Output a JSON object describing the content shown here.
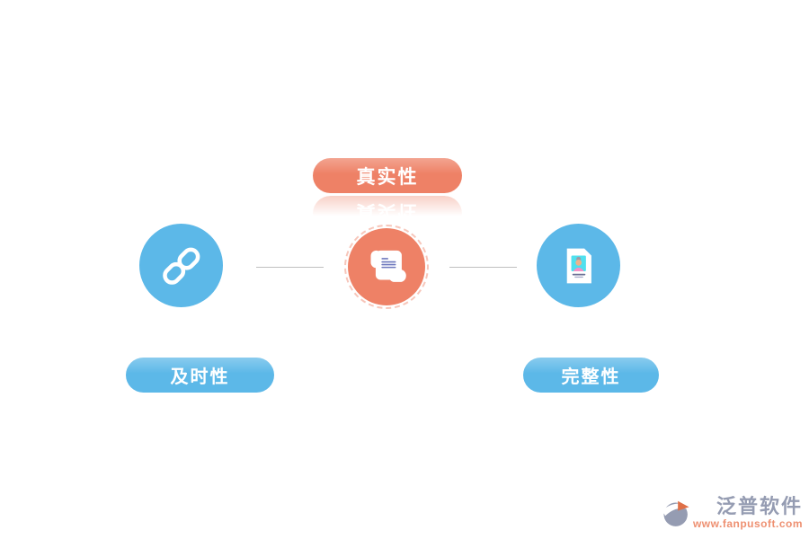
{
  "labels": {
    "top": "真实性",
    "bottom_left": "及时性",
    "bottom_right": "完整性"
  },
  "icons": {
    "left": "chain-link-icon",
    "center": "scroll-icon",
    "right": "id-document-icon"
  },
  "colors": {
    "blue": "#5cb8e8",
    "coral": "#ee8166",
    "coral_ring": "rgba(238,129,102,0.45)",
    "connector_gray": "#bfbfbf",
    "scroll_text_lines": "#6f79be",
    "photo_background": "#4fe0ee",
    "logo_gray": "#959cb2",
    "logo_orange": "#df7048",
    "url_coral": "#ee9071"
  },
  "watermark": {
    "brand": "泛普软件",
    "url": "www.fanpusoft.com"
  }
}
